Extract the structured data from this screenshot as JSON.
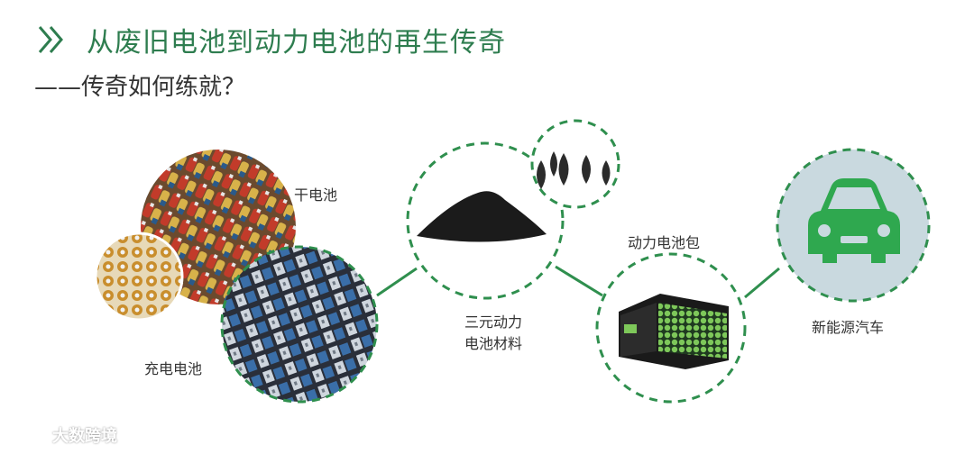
{
  "header": {
    "title": "从废旧电池到动力电池的再生传奇",
    "subtitle": "——传奇如何练就？"
  },
  "labels": {
    "dry_battery": "干电池",
    "rechargeable_battery": "充电电池",
    "ternary_material_line1": "三元动力",
    "ternary_material_line2": "电池材料",
    "power_pack": "动力电池包",
    "ev": "新能源汽车"
  },
  "watermark": {
    "text": "大数跨境"
  },
  "colors": {
    "accent": "#2e7d4f",
    "dash": "#2f8f4e",
    "ev_fill": "#c9d9df",
    "car": "#2fa84f"
  }
}
